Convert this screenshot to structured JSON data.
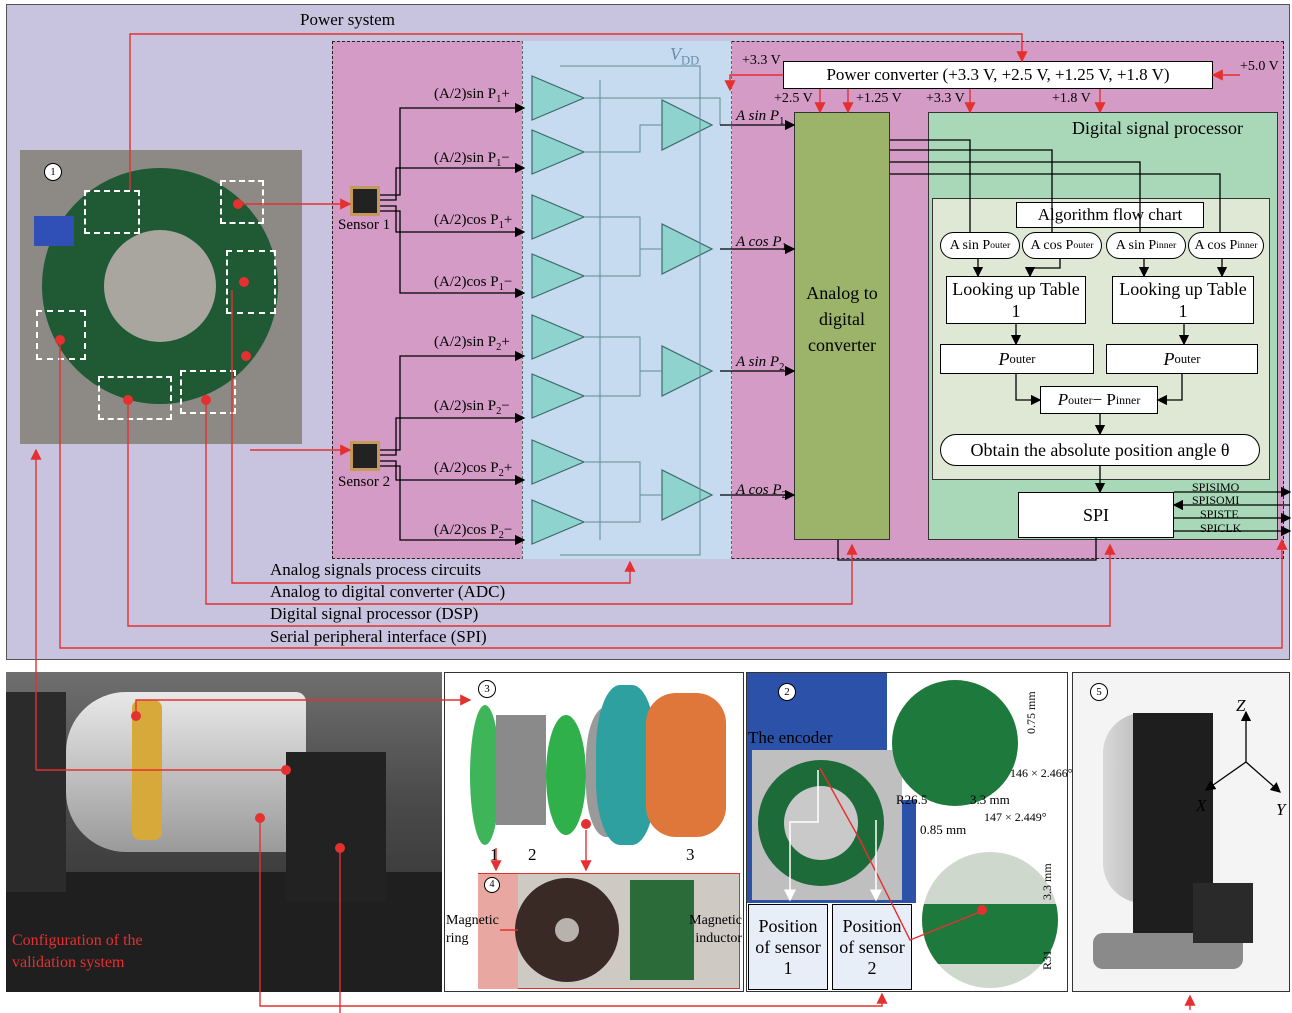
{
  "top": {
    "power_system": "Power system",
    "power_converter": "Power converter (+3.3 V, +2.5 V, +1.25 V, +1.8 V)",
    "v_in": "+5.0 V",
    "v33_left": "+3.3 V",
    "v25": "+2.5 V",
    "v125": "+1.25 V",
    "v33_dsp": "+3.3 V",
    "v18": "+1.8 V",
    "vdd": "V",
    "vdd_sub": "DD",
    "sensor1": "Sensor 1",
    "sensor2": "Sensor 2",
    "sig_labels": [
      {
        "pre": "(A/2)sin P",
        "sub": "1",
        "post": "+"
      },
      {
        "pre": "(A/2)sin P",
        "sub": "1",
        "post": "−"
      },
      {
        "pre": "(A/2)cos P",
        "sub": "1",
        "post": "+"
      },
      {
        "pre": "(A/2)cos P",
        "sub": "1",
        "post": "−"
      },
      {
        "pre": "(A/2)sin P",
        "sub": "2",
        "post": "+"
      },
      {
        "pre": "(A/2)sin P",
        "sub": "2",
        "post": "−"
      },
      {
        "pre": "(A/2)cos P",
        "sub": "2",
        "post": "+"
      },
      {
        "pre": "(A/2)cos P",
        "sub": "2",
        "post": "−"
      }
    ],
    "adc_inputs": [
      {
        "pre": "A sin P",
        "sub": "1"
      },
      {
        "pre": "A cos P",
        "sub": "1"
      },
      {
        "pre": "A sin P",
        "sub": "2"
      },
      {
        "pre": "A cos P",
        "sub": "2"
      }
    ],
    "adc": "Analog to digital converter",
    "dsp_title": "Digital signal processor",
    "algo_title": "Algorithm flow chart",
    "pills": [
      {
        "pre": "A sin P",
        "sub": "outer"
      },
      {
        "pre": "A cos P",
        "sub": "outer"
      },
      {
        "pre": "A sin P",
        "sub": "inner"
      },
      {
        "pre": "A cos P",
        "sub": "inner"
      }
    ],
    "lookup1": "Looking up Table 1",
    "lookup2": "Looking up Table 1",
    "p_outer_1": "P",
    "p_outer_1_sub": "outer",
    "p_outer_2": "P",
    "p_outer_2_sub": "outer",
    "diff_a": "P",
    "diff_a_sub": "outer",
    "diff_mid": " − P",
    "diff_b_sub": "inner",
    "obtain": "Obtain the absolute position angle θ",
    "spi": "SPI",
    "spi_signals": [
      "SPISIMO",
      "SPISOMI",
      "SPISTE",
      "SPICLK"
    ],
    "legend": [
      "Analog signals process circuits",
      "Analog to digital converter (ADC)",
      "Digital signal processor (DSP)",
      "Serial peripheral interface (SPI)"
    ],
    "circle1": "1"
  },
  "bottom": {
    "config_caption": "Configuration of the validation system",
    "circle3": "3",
    "parts": [
      "1",
      "2",
      "3"
    ],
    "circle4": "4",
    "magnetic_ring": "Magnetic ring",
    "magnetic_inductor": "Magnetic inductor",
    "circle2": "2",
    "the_encoder": "The encoder",
    "pos_sensor1": "Position of sensor 1",
    "pos_sensor2": "Position of sensor 2",
    "dims": {
      "d075": "0.75 mm",
      "d146": "146 × 2.466°",
      "r265": "R26.5",
      "d33a": "3.3 mm",
      "d085": "0.85 mm",
      "d147": "147 × 2.449°",
      "d33b": "3.3 mm",
      "r31": "R31"
    },
    "circle5": "5",
    "axis_z": "Z",
    "axis_x": "X",
    "axis_y": "Y"
  },
  "colors": {
    "outer_bg": "#c8c4e0",
    "pink": "#d39bc6",
    "blue": "#c6daf0",
    "adc_green": "#9cb36a",
    "dsp_green": "#a8d8b8",
    "algo_bg": "#dfe8d4",
    "red": "#e53030"
  }
}
